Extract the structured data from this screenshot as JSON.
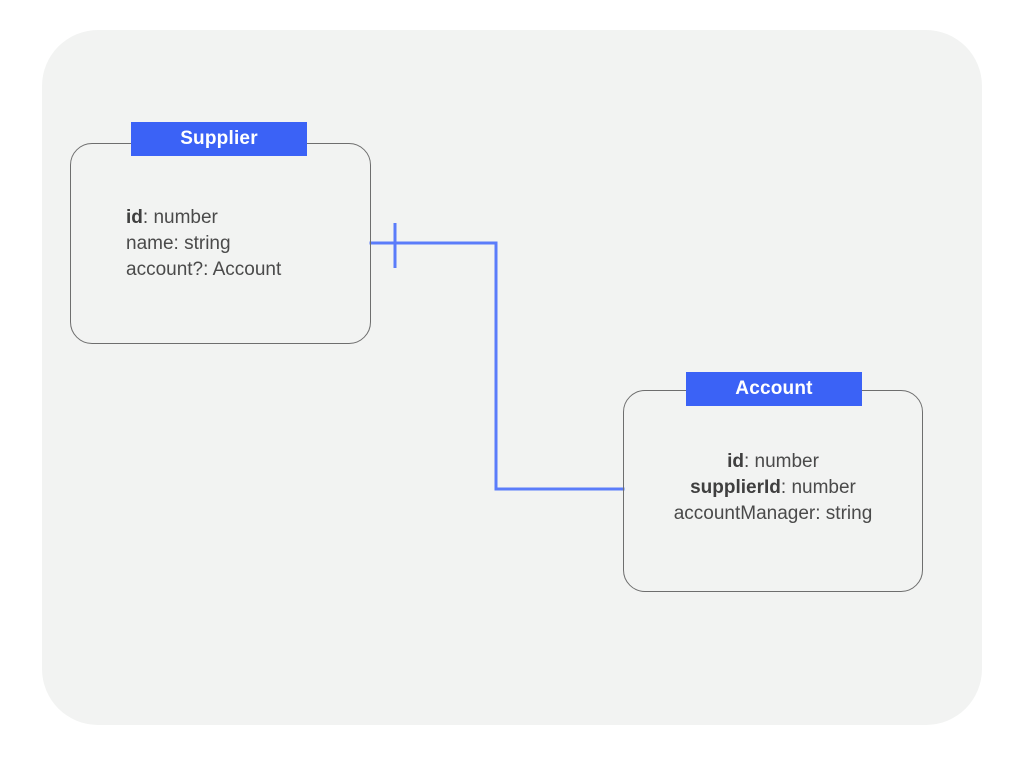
{
  "canvas": {
    "background_color": "#ffffff",
    "panel_color": "#f2f3f2"
  },
  "theme": {
    "entity_header_color": "#3b62f6",
    "entity_header_text_color": "#ffffff",
    "entity_border_color": "#6e6e6e",
    "field_text_color": "#4a4a4a",
    "relationship_line_color": "#5b7cfa"
  },
  "chart_data": {
    "type": "diagram",
    "diagram_kind": "entity-relationship-diagram",
    "title": "",
    "entities": [
      {
        "name": "Supplier",
        "text_align": "left",
        "fields": [
          {
            "name": "id",
            "type": "number",
            "is_key": true,
            "optional": false,
            "label": "id: number"
          },
          {
            "name": "name",
            "type": "string",
            "is_key": false,
            "optional": false,
            "label": "name: string"
          },
          {
            "name": "account?",
            "type": "Account",
            "is_key": false,
            "optional": true,
            "label": "account?: Account"
          }
        ]
      },
      {
        "name": "Account",
        "text_align": "center",
        "fields": [
          {
            "name": "id",
            "type": "number",
            "is_key": true,
            "optional": false,
            "label": "id: number"
          },
          {
            "name": "supplierId",
            "type": "number",
            "is_key": true,
            "optional": false,
            "label": "supplierId: number"
          },
          {
            "name": "accountManager",
            "type": "string",
            "is_key": false,
            "optional": false,
            "label": "accountManager: string"
          }
        ]
      }
    ],
    "relationships": [
      {
        "from": "Supplier",
        "to": "Account",
        "from_cardinality": "one",
        "to_cardinality": "one",
        "notation": "crows-foot",
        "style": "orthogonal"
      }
    ]
  },
  "supplier": {
    "title": "Supplier",
    "fields": [
      {
        "key": "id",
        "rest": ": number"
      },
      {
        "key": "",
        "rest": "name: string"
      },
      {
        "key": "",
        "rest": "account?: Account"
      }
    ]
  },
  "account": {
    "title": "Account",
    "fields": [
      {
        "key": "id",
        "rest": ": number"
      },
      {
        "key": "supplierId",
        "rest": ": number"
      },
      {
        "key": "",
        "rest": "accountManager: string"
      }
    ]
  }
}
